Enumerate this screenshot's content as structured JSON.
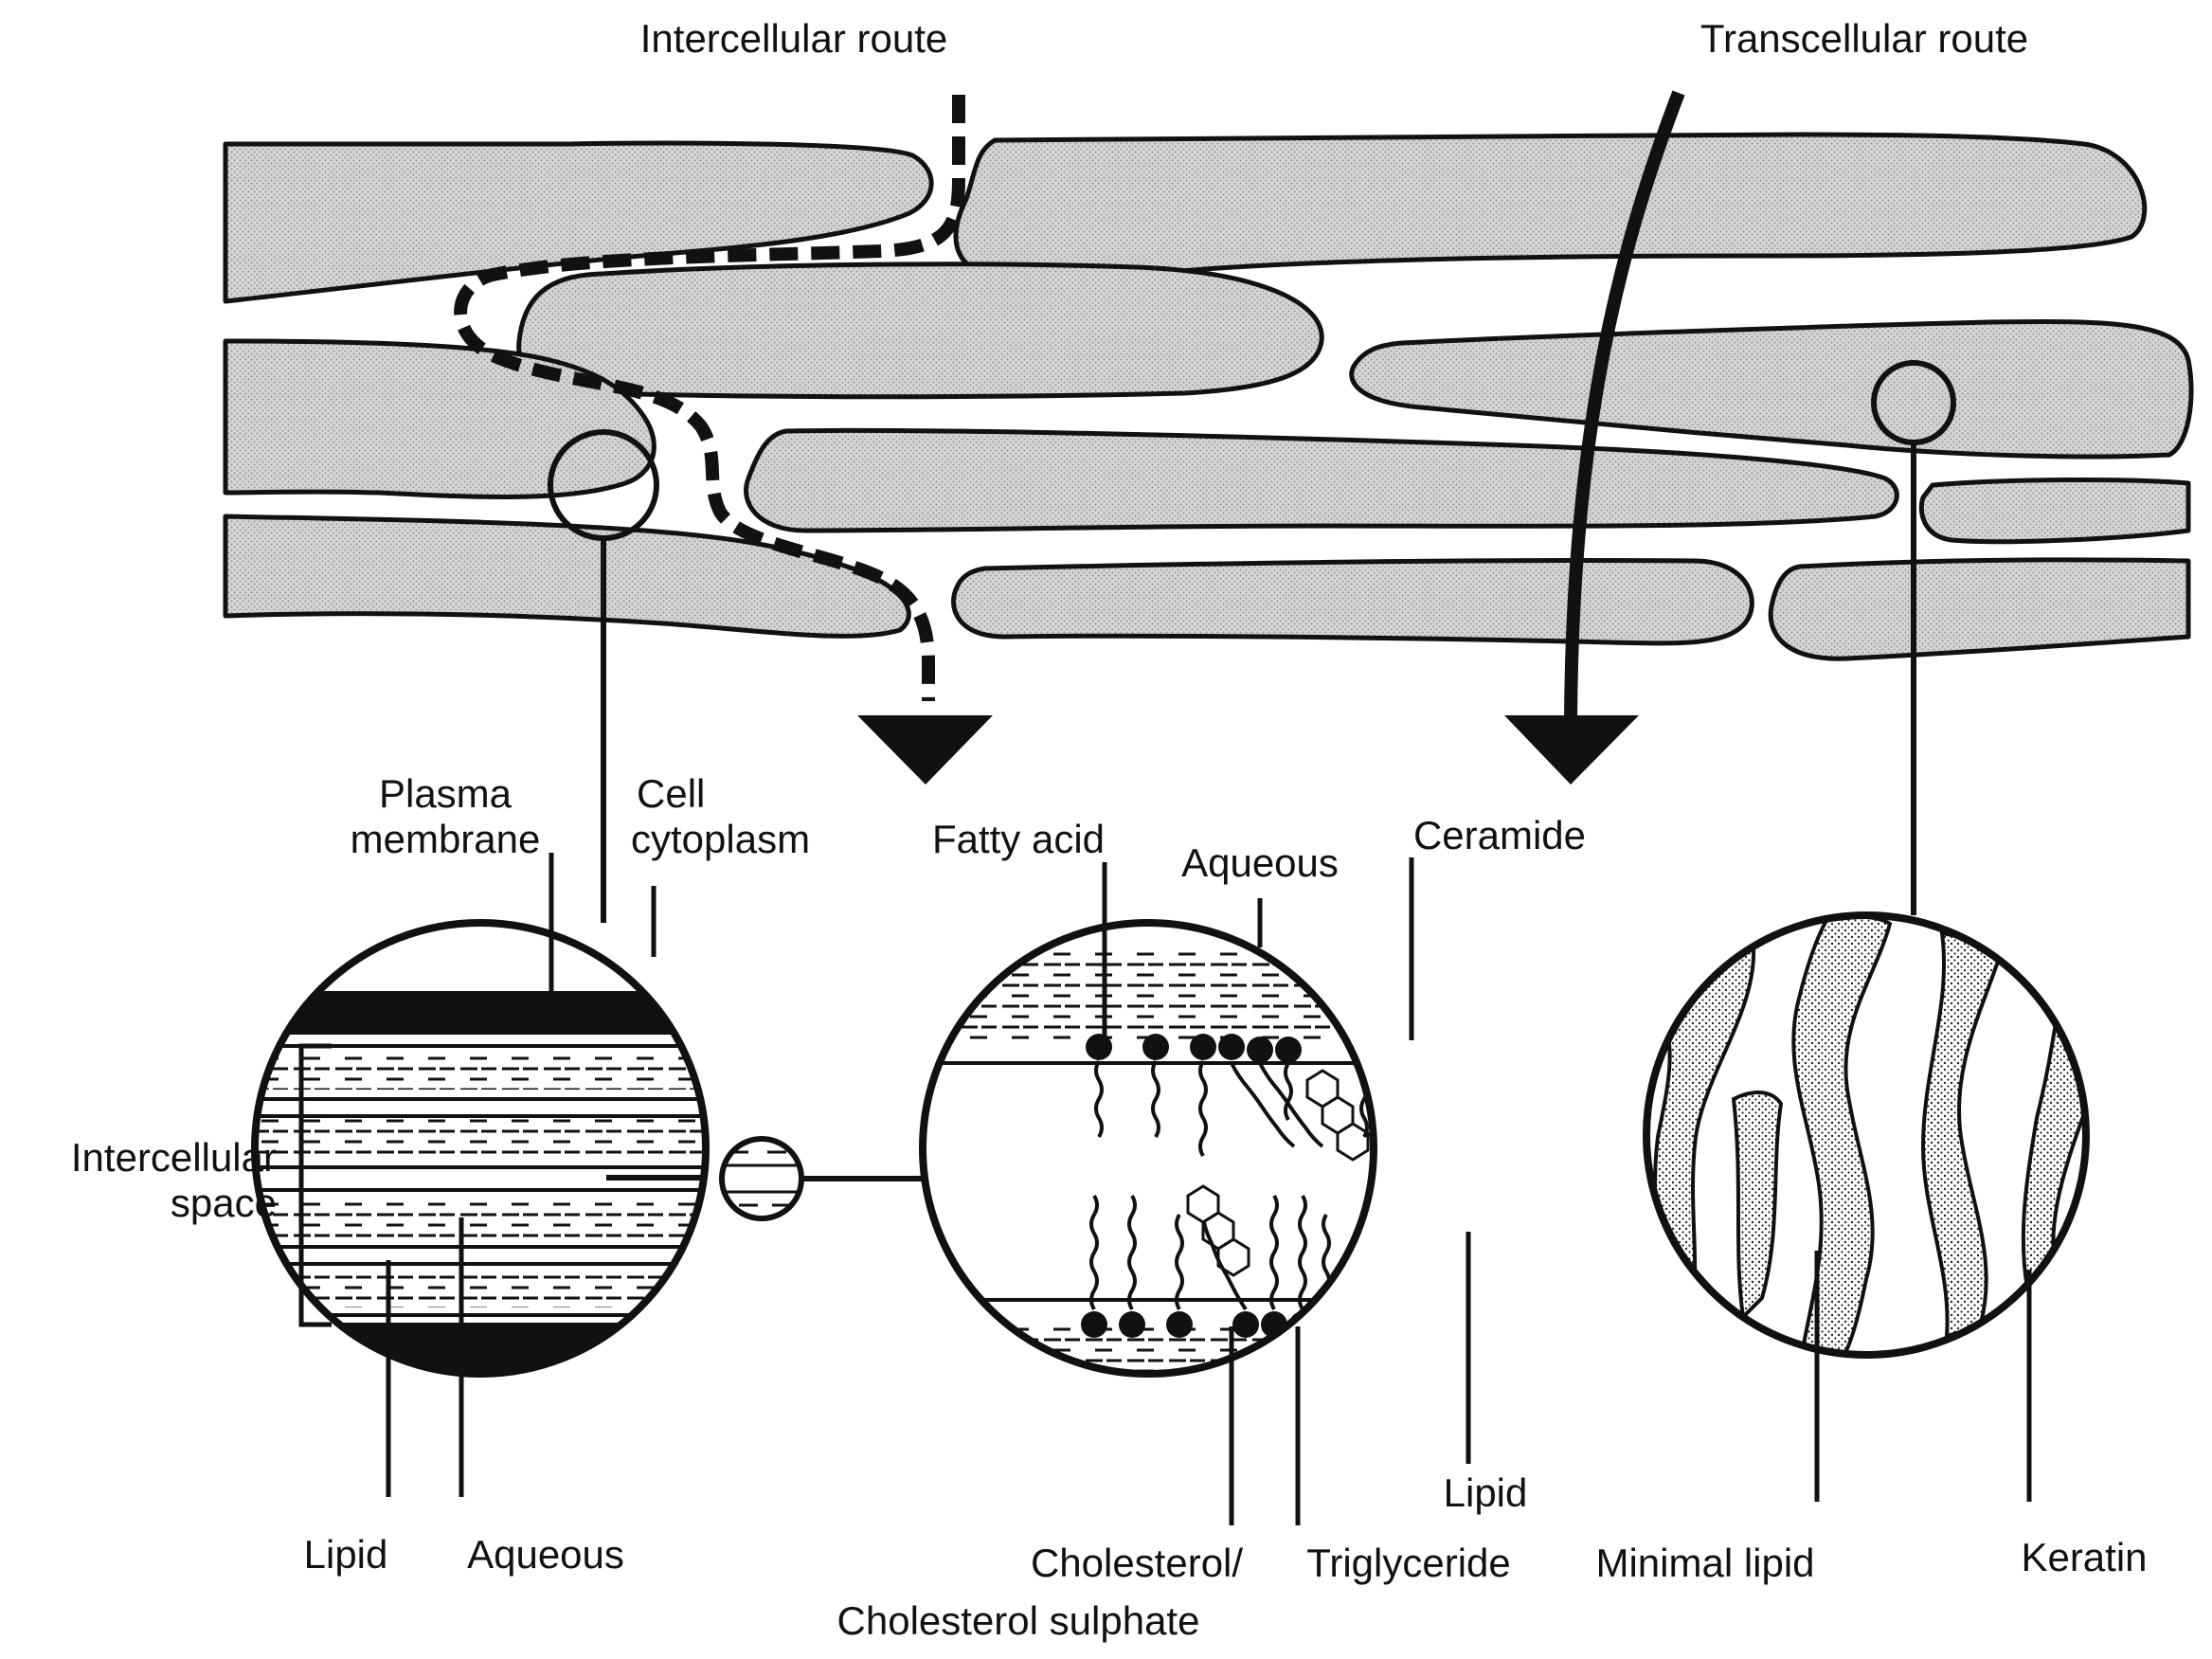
{
  "labels": {
    "intercellular_route": "Intercellular route",
    "transcellular_route": "Transcellular route",
    "plasma_membrane_1": "Plasma",
    "plasma_membrane_2": "membrane",
    "cell_cytoplasm_1": "Cell",
    "cell_cytoplasm_2": "cytoplasm",
    "fatty_acid": "Fatty acid",
    "aqueous_top": "Aqueous",
    "ceramide": "Ceramide",
    "intercellular_space_1": "Intercellular",
    "intercellular_space_2": "space",
    "lipid_left": "Lipid",
    "aqueous_left": "Aqueous",
    "lipid_right": "Lipid",
    "cholesterol_1": "Cholesterol/",
    "cholesterol_2": "Cholesterol sulphate",
    "triglyceride": "Triglyceride",
    "minimal_lipid": "Minimal lipid",
    "keratin": "Keratin"
  },
  "colors": {
    "ink": "#111111",
    "cell_fill": "#cfcfcf",
    "paper": "#ffffff"
  }
}
